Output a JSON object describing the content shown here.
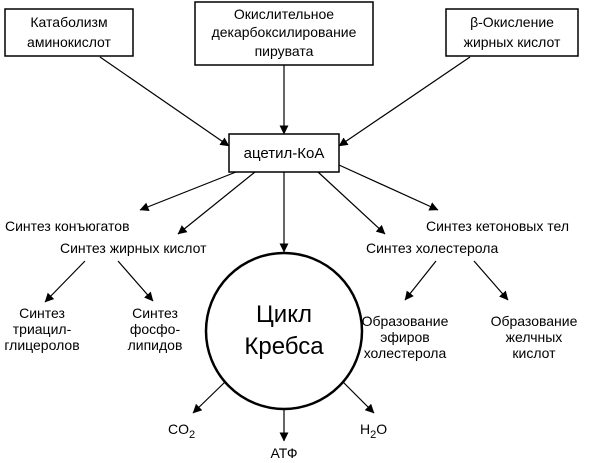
{
  "boxes": {
    "catabolism": [
      "Катаболизм",
      "аминокислот"
    ],
    "decarboxylation": [
      "Окислительное",
      "декарбоксилирование",
      "пирувата"
    ],
    "beta_oxidation": [
      "β-Окисление",
      "жирных кислот"
    ],
    "acetyl_coa": "ацетил-КоА"
  },
  "labels": {
    "conjugate_synthesis": "Синтез конъюгатов",
    "fatty_acid_synthesis": "Синтез жирных кислот",
    "ketone_synthesis": "Синтез кетоновых тел",
    "cholesterol_synthesis": "Синтез холестерола",
    "triacylglycerol_synthesis": [
      "Синтез",
      "триацил-",
      "глицеролов"
    ],
    "phospholipid_synthesis": [
      "Синтез",
      "фосфо-",
      "липидов"
    ],
    "cholesterol_esters": [
      "Образование",
      "эфиров",
      "холестерола"
    ],
    "bile_acids": [
      "Образование",
      "желчных",
      "кислот"
    ]
  },
  "krebs": [
    "Цикл",
    "Кребса"
  ],
  "products": {
    "co2_base": "CO",
    "co2_sub": "2",
    "atp": "АТФ",
    "h2o_h": "H",
    "h2o_sub": "2",
    "h2o_o": "O"
  }
}
